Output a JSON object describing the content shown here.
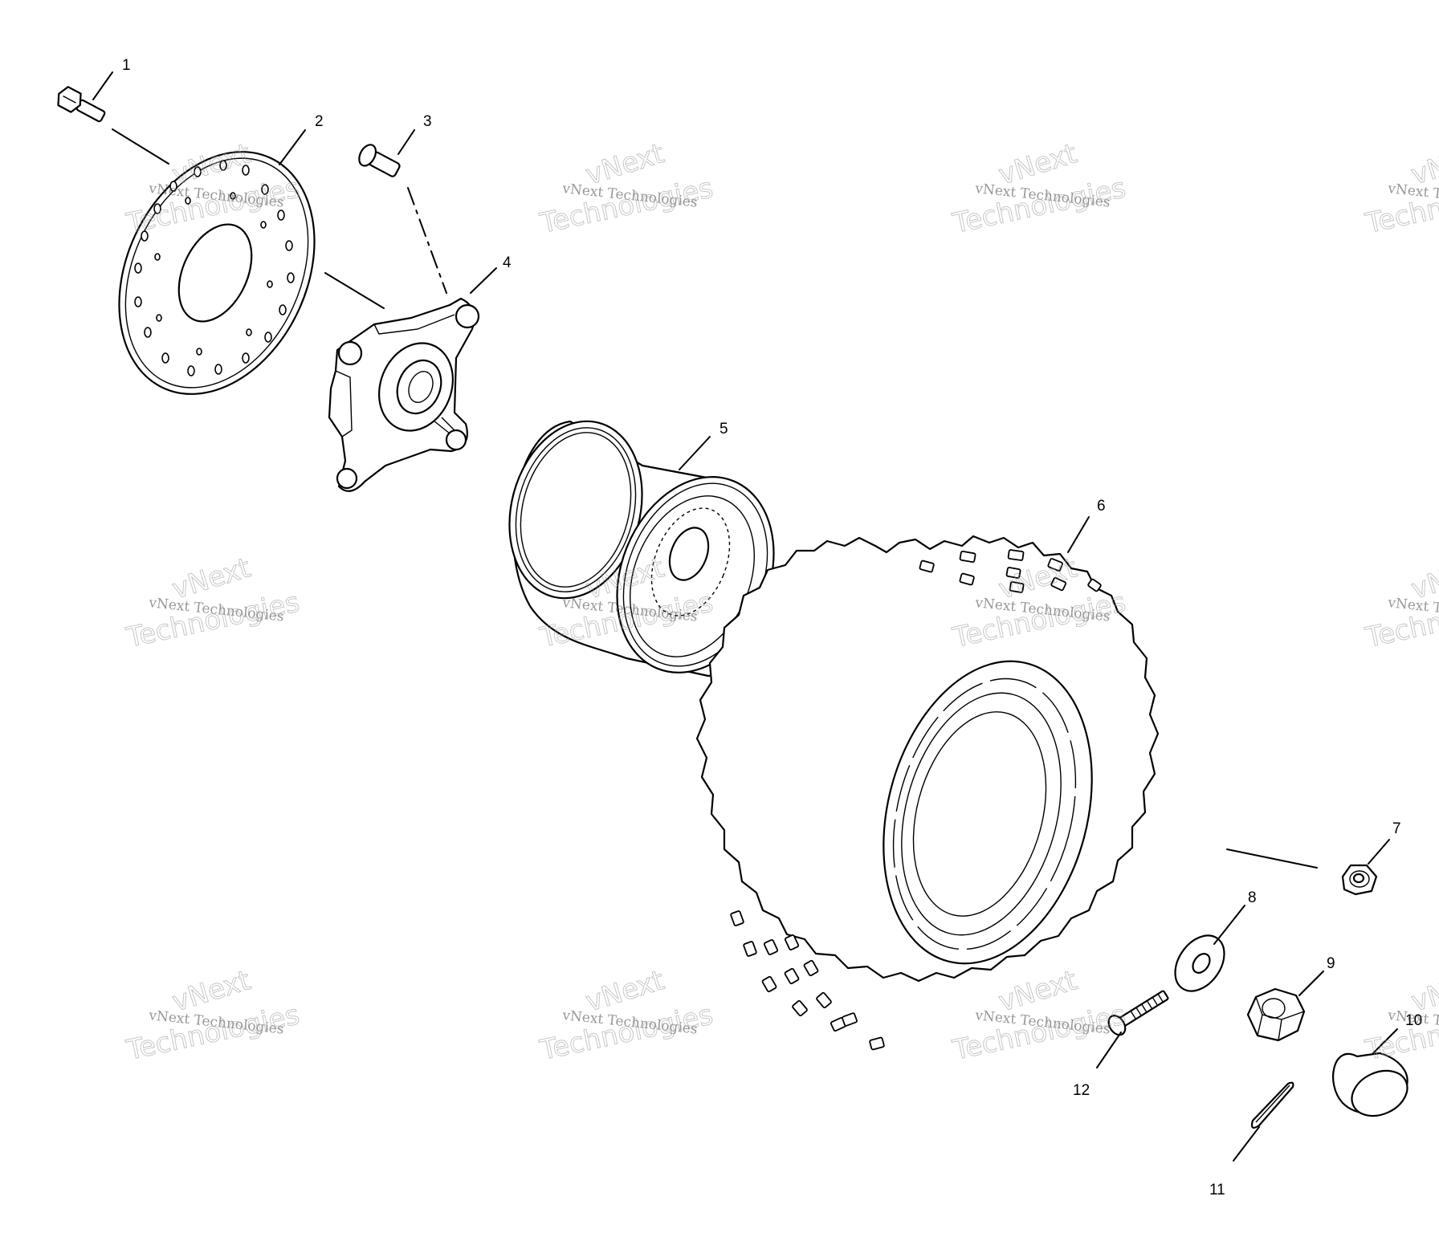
{
  "callouts": [
    "1",
    "2",
    "3",
    "4",
    "5",
    "6",
    "7",
    "8",
    "9",
    "10",
    "11",
    "12"
  ],
  "watermark": {
    "line1": "vNext Technologies",
    "line2": "vNext",
    "line3": "Technologies"
  }
}
